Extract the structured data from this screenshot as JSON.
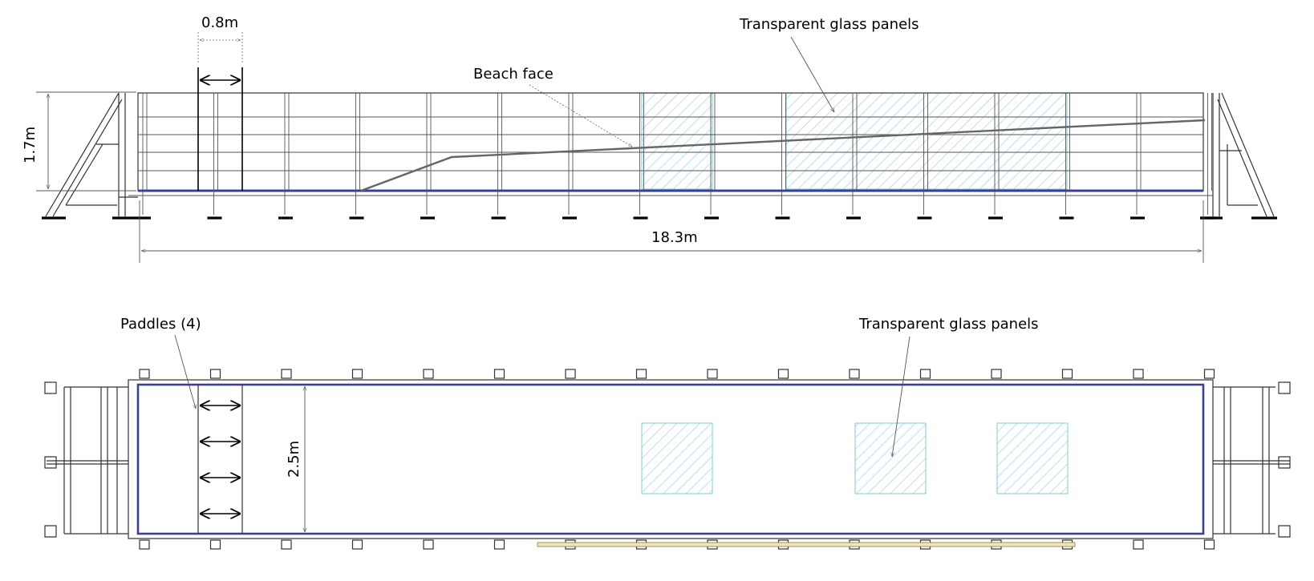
{
  "side_view": {
    "paddle_width_label": "0.8m",
    "height_label": "1.7m",
    "length_label": "18.3m",
    "beach_face_label": "Beach face",
    "glass_panels_label": "Transparent glass panels"
  },
  "plan_view": {
    "paddles_label": "Paddles (4)",
    "width_label": "2.5m",
    "glass_panels_label": "Transparent glass panels"
  },
  "colors": {
    "glass_hatch": "#7fc9d6",
    "flume_wall": "#3b3f9a",
    "rail": "#d8c97a"
  }
}
